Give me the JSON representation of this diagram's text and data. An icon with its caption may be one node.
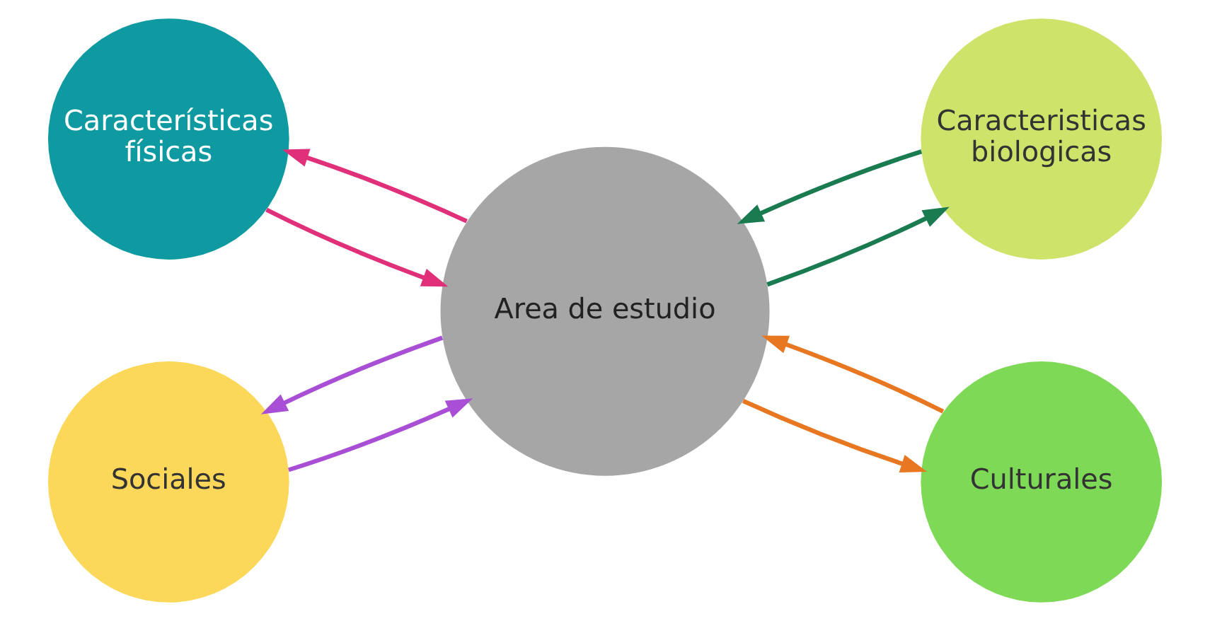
{
  "diagram": {
    "nodes": [
      {
        "text": [
          "Características físicas"
        ]
      },
      {
        "text": [
          "Caracteristicas biologicas"
        ]
      },
      {
        "text": [
          "Area de estudio"
        ]
      },
      {
        "text": [
          "Sociales"
        ]
      },
      {
        "text": [
          "Culturales"
        ]
      }
    ],
    "edges": [
      {
        "from": 0,
        "to": 2,
        "arrow": "to",
        "color": "#e0307a"
      },
      {
        "from": 2,
        "to": 0,
        "arrow": "to",
        "color": "#e0307a"
      },
      {
        "from": 1,
        "to": 2,
        "arrow": "to",
        "color": "#1a7a50"
      },
      {
        "from": 2,
        "to": 1,
        "arrow": "to",
        "color": "#1a7a50"
      },
      {
        "from": 2,
        "to": 3,
        "arrow": "to",
        "color": "#a94fd6"
      },
      {
        "from": 3,
        "to": 2,
        "arrow": "to",
        "color": "#a94fd6"
      },
      {
        "from": 2,
        "to": 4,
        "arrow": "to",
        "color": "#e87722"
      },
      {
        "from": 4,
        "to": 2,
        "arrow": "to",
        "color": "#e87722"
      }
    ]
  }
}
